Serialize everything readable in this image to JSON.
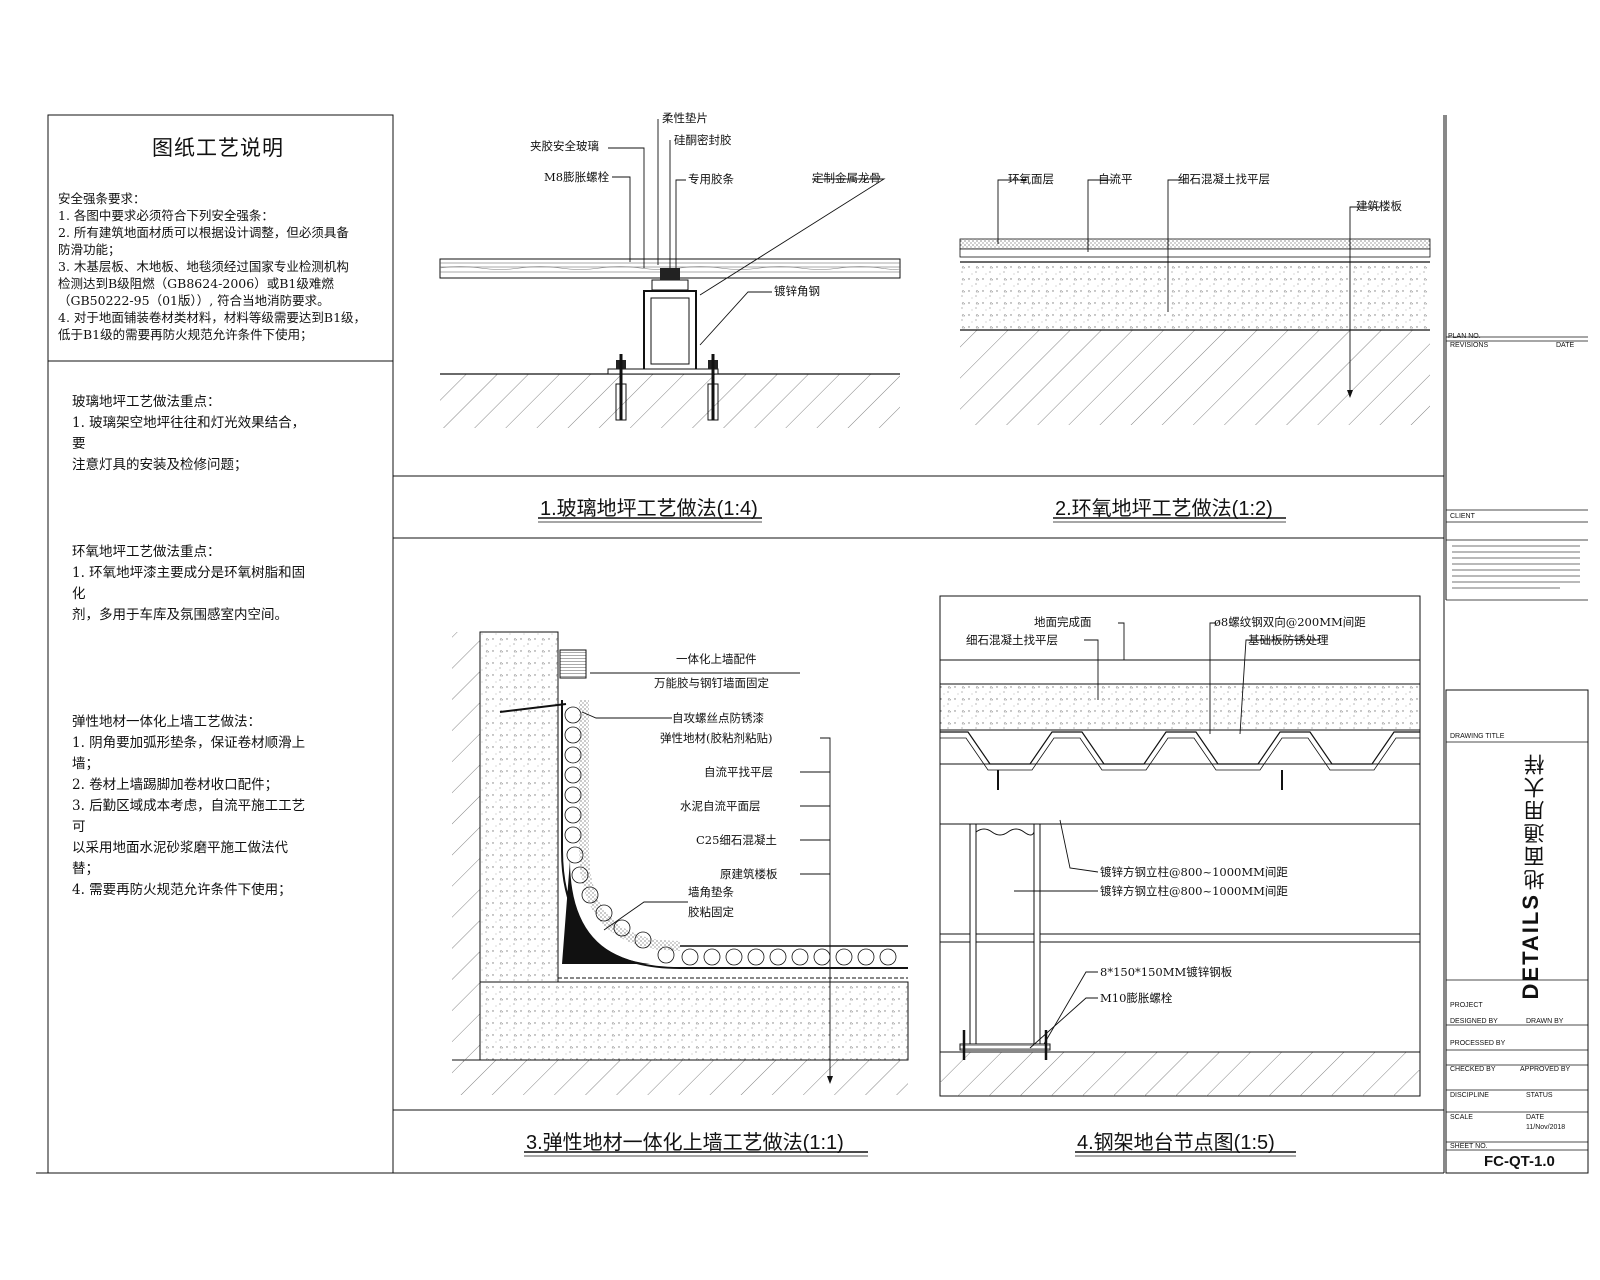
{
  "notes": {
    "title": "图纸工艺说明",
    "safety": {
      "heading": "安全强条要求：",
      "lines": [
        "1.  各图中要求必须符合下列安全强条：",
        "2.  所有建筑地面材质可以根据设计调整，但必须具备",
        "     防滑功能；",
        "3.  木基层板、木地板、地毯须经过国家专业检测机构",
        "     检测达到B级阻燃（GB8624-2006）或B1级难燃",
        "     （GB50222-95（01版））, 符合当地消防要求。",
        "4.  对于地面铺装卷材类材料，材料等级需要达到B1级，",
        "     低于B1级的需要再防火规范允许条件下使用；"
      ]
    },
    "glass": {
      "heading": "玻璃地坪工艺做法重点：",
      "lines": [
        "1.  玻璃架空地坪往往和灯光效果结合，",
        "     要",
        "     注意灯具的安装及检修问题；"
      ]
    },
    "epoxy": {
      "heading": "环氧地坪工艺做法重点：",
      "lines": [
        "1.  环氧地坪漆主要成分是环氧树脂和固",
        "     化",
        "     剂，多用于车库及氛围感室内空间。"
      ]
    },
    "elastic": {
      "heading": "弹性地材一体化上墙工艺做法：",
      "lines": [
        "1.  阴角要加弧形垫条，保证卷材顺滑上",
        "     墙；",
        "2.  卷材上墙踢脚加卷材收口配件；",
        "3.  后勤区域成本考虑，自流平施工工艺",
        "     可",
        "     以采用地面水泥砂浆磨平施工做法代",
        "     替；",
        "4.  需要再防火规范允许条件下使用；"
      ]
    }
  },
  "detail1": {
    "caption": "1.玻璃地坪工艺做法(1:4)",
    "labels": [
      "夹胶安全玻璃",
      "柔性垫片",
      "硅酮密封胶",
      "M8膨胀螺栓",
      "专用胶条",
      "定制金属龙骨",
      "镀锌角钢"
    ]
  },
  "detail2": {
    "caption": "2.环氧地坪工艺做法(1:2)",
    "labels": [
      "环氧面层",
      "自流平",
      "细石混凝土找平层",
      "建筑楼板"
    ]
  },
  "detail3": {
    "caption": "3.弹性地材一体化上墙工艺做法(1:1)",
    "labels": [
      "一体化上墙配件",
      "万能胶与钢钉墙面固定",
      "自攻螺丝点防锈漆",
      "弹性地材(胶粘剂粘贴)",
      "自流平找平层",
      "水泥自流平面层",
      "C25细石混凝土",
      "原建筑楼板",
      "墙角垫条",
      "胶粘固定"
    ]
  },
  "detail4": {
    "caption": "4.钢架地台节点图(1:5)",
    "labels": [
      "地面完成面",
      "细石混凝土找平层",
      "ø8螺纹钢双向@200MM间距",
      "基础板防锈处理",
      "镀锌方钢立柱@800~1000MM间距",
      "镀锌方钢立柱@800~1000MM间距",
      "8*150*150MM镀锌钢板",
      "M10膨胀螺栓"
    ]
  },
  "titleblock": {
    "drawing_title_en": "DETAILS",
    "drawing_title_cn": "地面通用大样",
    "sheet_no": "FC-QT-1.0",
    "small": [
      "DRAWING TITLE",
      "PLAN NO.",
      "REVISIONS",
      "DATE",
      "CLIENT",
      "PROJECT",
      "DESIGNED BY",
      "DRAWN BY",
      "PROCESSED BY",
      "CHECKED BY",
      "APPROVED BY",
      "DISCIPLINE",
      "STATUS",
      "SCALE",
      "DATE",
      "11/Nov/2018",
      "SHEET NO."
    ]
  }
}
